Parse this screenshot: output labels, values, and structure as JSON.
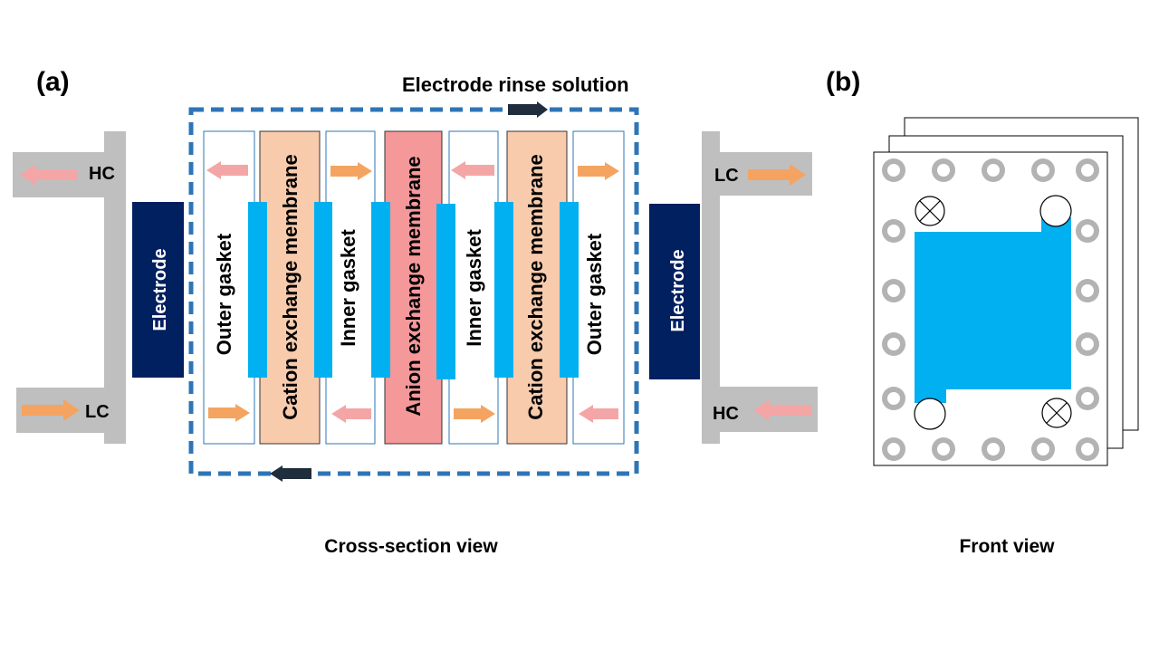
{
  "panels": {
    "a_label": "(a)",
    "b_label": "(b)"
  },
  "captions": {
    "cross_section": "Cross-section view",
    "front": "Front view"
  },
  "rinse": {
    "label": "Electrode rinse solution"
  },
  "flows": {
    "hc": "HC",
    "lc": "LC"
  },
  "layers": {
    "electrode": "Electrode",
    "outer_gasket": "Outer gasket",
    "inner_gasket": "Inner gasket",
    "cem": "Cation exchange membrane",
    "aem": "Anion exchange membrane"
  },
  "colors": {
    "pipe": "#bfbfbf",
    "electrode": "#002060",
    "cem": "#f8cbad",
    "aem": "#f4989a",
    "spacer": "#00b0f0",
    "gasket_border": "#2e75b6",
    "rinse_dash": "#2e75b6",
    "arrow_orange": "#f4a460",
    "arrow_pink": "#f4a6a6",
    "rinse_arrow": "#1f2d3d",
    "hole": "#b3b3b3"
  }
}
